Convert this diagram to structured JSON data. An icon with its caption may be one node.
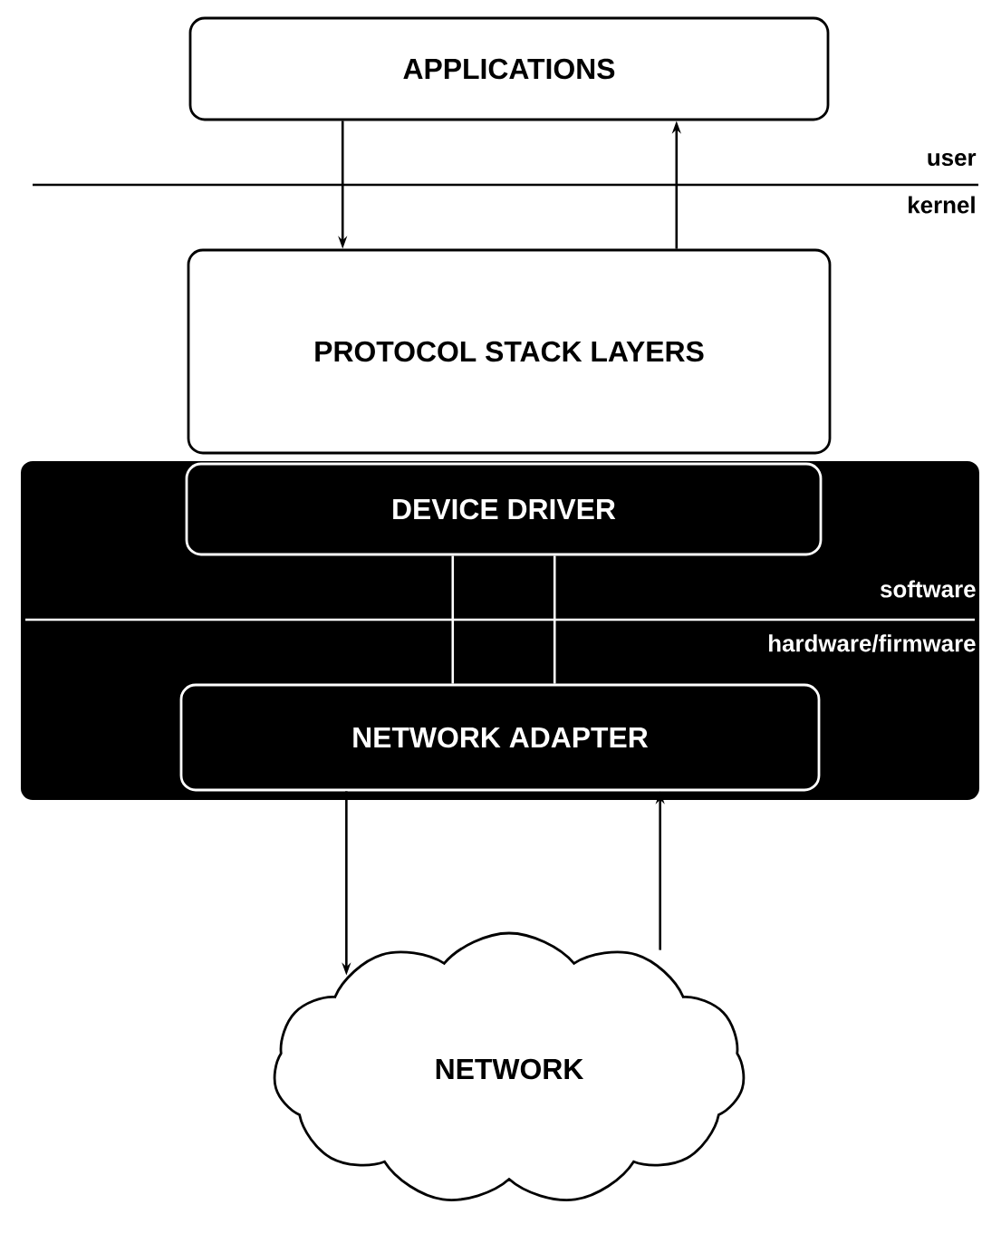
{
  "diagram": {
    "nodes": [
      {
        "text": [
          "APPLICATIONS"
        ]
      },
      {
        "text": [
          "PROTOCOL STACK LAYERS"
        ]
      },
      {
        "text": [],
        "shape": "box"
      },
      {
        "text": [
          "DEVICE DRIVER"
        ],
        "in": 2
      },
      {
        "text": [
          "NETWORK ADAPTER"
        ],
        "in": 2
      },
      {
        "text": [
          "NETWORK"
        ]
      }
    ],
    "edges": [
      {
        "from": 0,
        "to": 1,
        "arrow": "to"
      },
      {
        "from": 1,
        "to": 0,
        "arrow": "to"
      },
      {
        "from": 3,
        "to": 4,
        "arrow": "none",
        "color": "#ffffff"
      },
      {
        "from": 3,
        "to": 4,
        "arrow": "none",
        "color": "#ffffff"
      },
      {
        "from": 4,
        "to": 5,
        "arrow": "to"
      },
      {
        "from": 5,
        "to": 4,
        "arrow": "to"
      }
    ],
    "labels": [
      "user",
      "kernel",
      "software",
      "hardware/firmware"
    ]
  }
}
